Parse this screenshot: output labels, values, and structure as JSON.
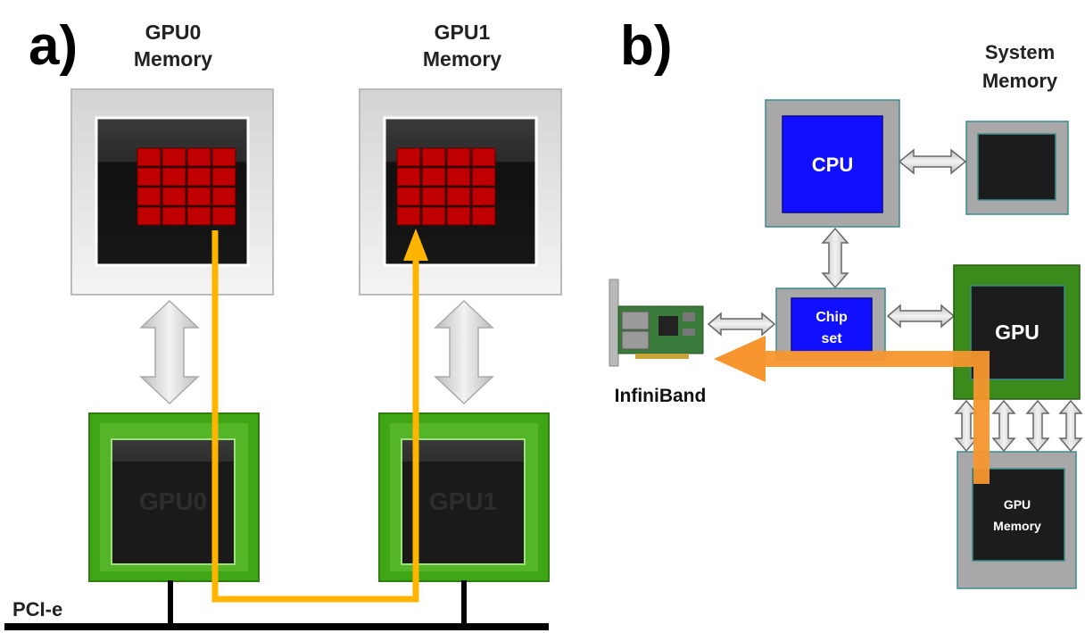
{
  "panel_a": {
    "label": "a)",
    "gpu0_memory_title": [
      "GPU0",
      "Memory"
    ],
    "gpu1_memory_title": [
      "GPU1",
      "Memory"
    ],
    "gpu0_chip": "GPU0",
    "gpu1_chip": "GPU1",
    "bus_label": "PCI-e"
  },
  "panel_b": {
    "label": "b)",
    "system_memory_title": [
      "System",
      "Memory"
    ],
    "cpu": "CPU",
    "chipset": [
      "Chip",
      "set"
    ],
    "gpu": "GPU",
    "gpu_memory": [
      "GPU",
      "Memory"
    ],
    "nic_label": "InfiniBand"
  },
  "colors": {
    "memory_cell": "#c00000",
    "gpu_green": "#3a9c12",
    "cpu_blue": "#1010ff",
    "path_yellow": "#ffb400",
    "path_orange": "#f7962e",
    "chip_dark": "#1c1c1c"
  }
}
